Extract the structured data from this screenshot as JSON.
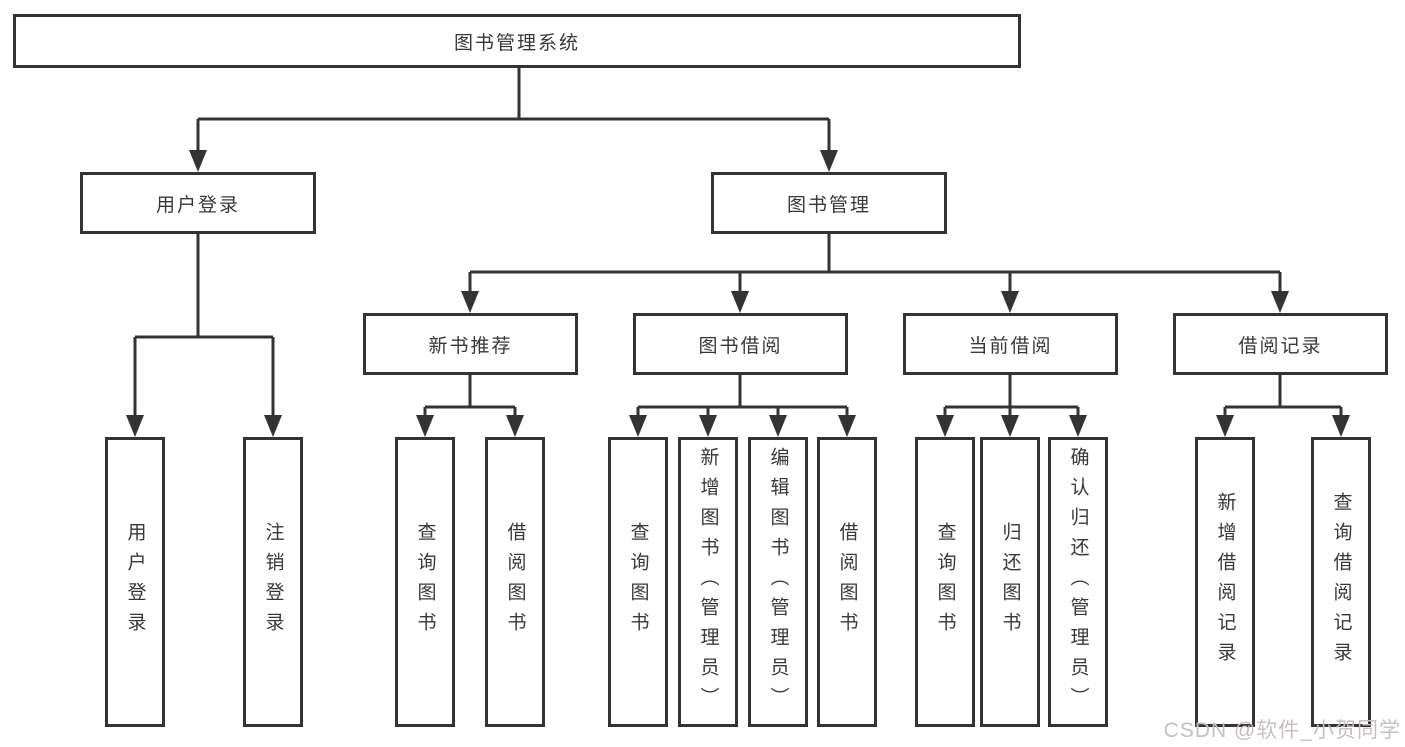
{
  "diagram": {
    "title_note": "library management system feature tree",
    "nodes": {
      "root": "图书管理系统",
      "user_login": "用户登录",
      "book_mgmt": "图书管理",
      "new_book_rec": "新书推荐",
      "book_borrow": "图书借阅",
      "current_borrow": "当前借阅",
      "borrow_records": "借阅记录",
      "leaf_user_login": "用户登录",
      "leaf_logout": "注销登录",
      "leaf_query_book_a": "查询图书",
      "leaf_borrow_book_a": "借阅图书",
      "leaf_query_book_b": "查询图书",
      "leaf_add_book_admin": "新增图书（管理员）",
      "leaf_edit_book_admin": "编辑图书（管理员）",
      "leaf_borrow_book_b": "借阅图书",
      "leaf_query_book_c": "查询图书",
      "leaf_return_book": "归还图书",
      "leaf_confirm_return_admin": "确认归还（管理员）",
      "leaf_add_borrow_record": "新增借阅记录",
      "leaf_query_borrow_record": "查询借阅记录"
    },
    "colors": {
      "line": "#333333",
      "node_text": "#383838",
      "node_fill": "#ffffff",
      "watermark_text_color": "#c6bfbf"
    }
  },
  "watermark": "CSDN @软件_小贺同学"
}
